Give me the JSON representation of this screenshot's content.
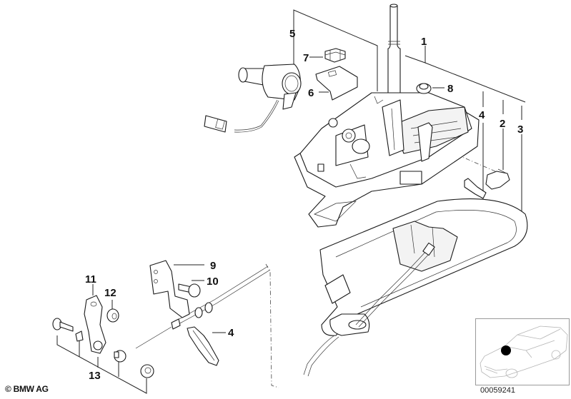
{
  "diagram": {
    "type": "exploded parts diagram",
    "subject": "Gear selector / shift lever assembly",
    "callouts": [
      {
        "id": "1",
        "label": "1"
      },
      {
        "id": "2",
        "label": "2"
      },
      {
        "id": "3",
        "label": "3"
      },
      {
        "id": "4a",
        "label": "4"
      },
      {
        "id": "4b",
        "label": "4"
      },
      {
        "id": "5",
        "label": "5"
      },
      {
        "id": "6",
        "label": "6"
      },
      {
        "id": "7",
        "label": "7"
      },
      {
        "id": "8",
        "label": "8"
      },
      {
        "id": "9",
        "label": "9"
      },
      {
        "id": "10",
        "label": "10"
      },
      {
        "id": "11",
        "label": "11"
      },
      {
        "id": "12",
        "label": "12"
      },
      {
        "id": "13",
        "label": "13"
      }
    ]
  },
  "footer": {
    "copyright": "© BMW AG",
    "document_number": "00059241"
  },
  "locator": {
    "description": "car outline with location marker",
    "marker_color": "#000000"
  }
}
